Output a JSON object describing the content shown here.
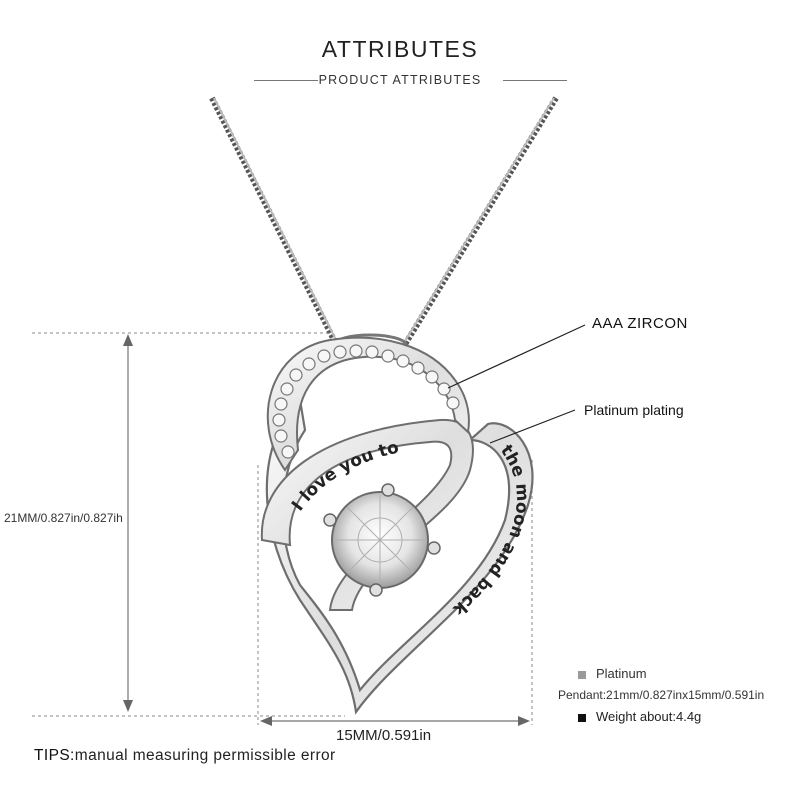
{
  "header": {
    "title": "ATTRIBUTES",
    "subtitle": "PRODUCT ATTRIBUTES"
  },
  "callouts": {
    "stone": "AAA ZIRCON",
    "plating": "Platinum plating"
  },
  "engraving": {
    "left": "I love you to",
    "right": "the moon and back"
  },
  "dimensions": {
    "height": "21MM/0.827in/0.827ih",
    "width": "15MM/0.591in"
  },
  "specs": {
    "material": "Platinum",
    "size": "Pendant:21mm/0.827inx15mm/0.591in",
    "weight": "Weight about:4.4g"
  },
  "tips": {
    "key": "TIPS:",
    "text": "manual measuring permissible error"
  },
  "colors": {
    "metal": "#e8e8e8",
    "metal_edge": "#6f6f6f",
    "dim_line": "#888888",
    "text": "#222222"
  }
}
